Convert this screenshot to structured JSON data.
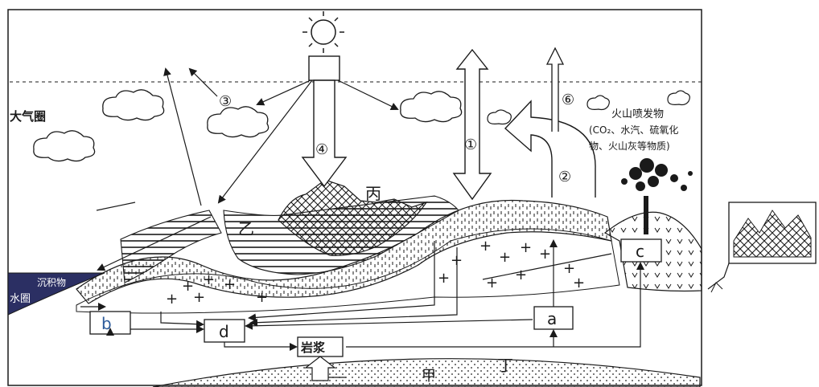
{
  "labels": {
    "atmosphere": "大气圈",
    "hydrosphere": "水圈",
    "sediment": "沉积物",
    "magma": "岩浆",
    "volcano_title": "火山喷发物",
    "volcano_detail_1": "(CO₂、水汽、硫氧化",
    "volcano_detail_2": "物、火山灰等物质)",
    "jia": "甲",
    "yi": "乙",
    "bing": "丙",
    "ding": "丁",
    "a": "a",
    "b": "b",
    "c": "c",
    "d": "d",
    "n1": "①",
    "n2": "②",
    "n3": "③",
    "n4": "④",
    "n6": "⑥"
  },
  "colors": {
    "line": "#1a1a1a",
    "hydrosphere_fill": "#2b2f63",
    "cloud_fill": "#ffffff",
    "background": "#ffffff"
  },
  "icons": [
    "sun-icon",
    "cloud-icon",
    "volcano-plume-icon",
    "landscape-thumbnail-icon"
  ]
}
